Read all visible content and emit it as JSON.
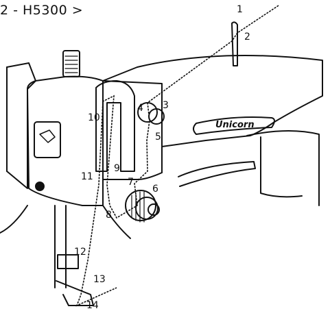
{
  "title": "2 - H5300 >",
  "brand": "Unicorn",
  "callouts": [
    "1",
    "2",
    "3",
    "4",
    "5",
    "6",
    "7",
    "8",
    "9",
    "10",
    "11",
    "12",
    "13",
    "14"
  ]
}
